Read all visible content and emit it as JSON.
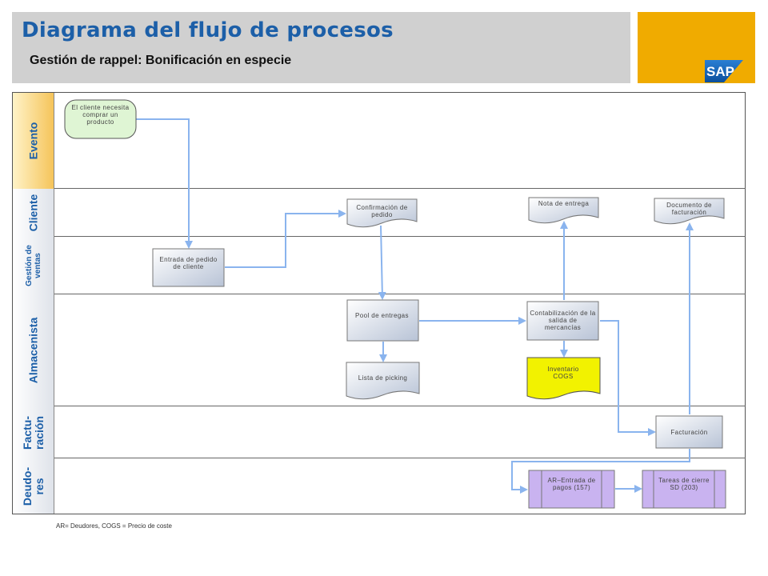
{
  "header": {
    "title": "Diagrama del flujo de procesos",
    "subtitle": "Gestión de rappel: Bonificación en especie",
    "logo_text": "SAP"
  },
  "lanes": {
    "evento": "Evento",
    "cliente": "Cliente",
    "gestion_ventas": "Gestión de ventas",
    "almacenista": "Almacenista",
    "facturacion": "Factu- ración",
    "deudores": "Deudo- res"
  },
  "nodes": {
    "event_start": "El cliente necesita comprar un producto",
    "order_entry": "Entrada de pedido de cliente",
    "order_confirmation": "Confirmación de pedido",
    "delivery_pool": "Pool de entregas",
    "picking_list": "Lista de picking",
    "delivery_note": "Nota de entrega",
    "goods_issue": "Contabilización de la salida de mercancías",
    "inventory_cogs": "Inventario COGS",
    "billing_document": "Documento de facturación",
    "billing": "Facturación",
    "ar_payment": "AR–Entrada de pagos (157)",
    "closing_tasks": "Tareas de cierre SD (203)"
  },
  "footnote": "AR= Deudores, COGS = Precio de coste",
  "colors": {
    "title": "#1c5fa8",
    "header_bg": "#d0d0d0",
    "sap_box": "#f0ab00",
    "connector": "#8ab4ee",
    "event_fill": "#dff5d4",
    "inventory_fill": "#f2f200",
    "purple_fill": "#c9b3f0"
  }
}
